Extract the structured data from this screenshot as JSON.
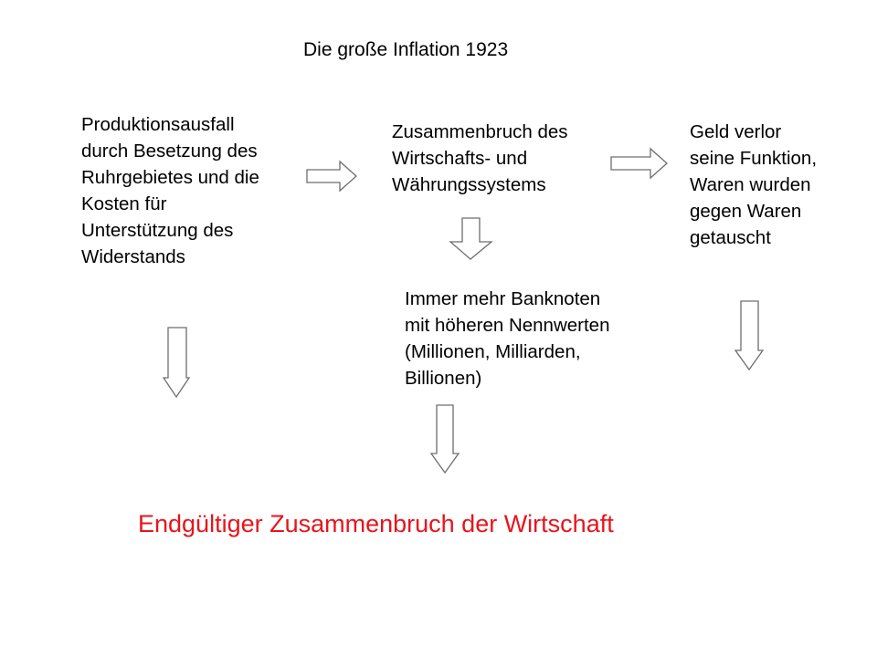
{
  "title": "Die große Inflation 1923",
  "boxes": {
    "cause": {
      "lines": [
        "Produktionsausfall",
        "durch Besetzung des",
        "Ruhrgebietes und die",
        "Kosten für",
        "Unterstützung des",
        "Widerstands"
      ]
    },
    "collapse": {
      "lines": [
        "Zusammenbruch des",
        "Wirtschafts- und",
        "Währungssystems"
      ]
    },
    "money": {
      "lines": [
        "Geld verlor",
        "seine Funktion,",
        "Waren wurden",
        "gegen Waren",
        "getauscht"
      ]
    },
    "banknotes": {
      "lines": [
        "Immer mehr Banknoten",
        "mit höheren Nennwerten",
        "(Millionen, Milliarden,",
        "Billionen)"
      ]
    }
  },
  "conclusion": {
    "text": "Endgültiger Zusammenbruch der Wirtschaft",
    "color": "#e8141b"
  },
  "colors": {
    "text": "#000000",
    "arrow_stroke": "#6e6e6e",
    "arrow_fill": "#ffffff"
  },
  "arrows": [
    {
      "from": "cause",
      "to": "collapse",
      "icon": "right-arrow-icon"
    },
    {
      "from": "collapse",
      "to": "money",
      "icon": "right-arrow-icon"
    },
    {
      "from": "collapse",
      "to": "banknotes",
      "icon": "down-arrow-icon"
    },
    {
      "from": "cause",
      "to": "conclusion",
      "icon": "down-arrow-icon"
    },
    {
      "from": "banknotes",
      "to": "conclusion",
      "icon": "down-arrow-icon"
    },
    {
      "from": "money",
      "to": "conclusion",
      "icon": "down-arrow-icon"
    }
  ]
}
